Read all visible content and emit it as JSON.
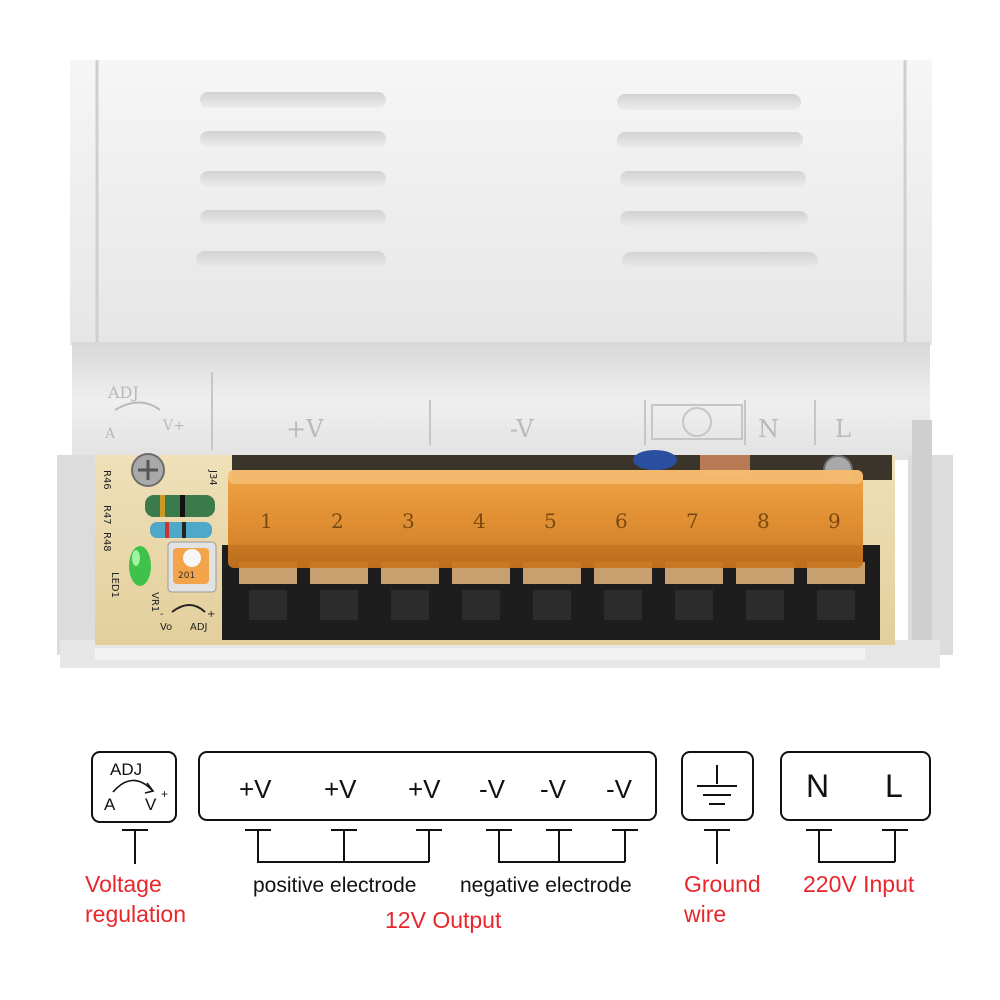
{
  "photo": {
    "case_adj_top": "ADJ",
    "case_adj_left": "A",
    "case_adj_right": "V+",
    "case_plus_v": "+V",
    "case_minus_v": "-V",
    "case_n": "N",
    "case_l": "L",
    "terminal_numbers": [
      "1",
      "2",
      "3",
      "4",
      "5",
      "6",
      "7",
      "8",
      "9"
    ],
    "pcb_labels": {
      "r46": "R46",
      "r47": "R47",
      "r48": "R48",
      "j34": "J34",
      "led1": "LED1",
      "vr1": "VR1",
      "pot_value": "201",
      "vo": "Vo",
      "adj": "ADJ",
      "minus": "-",
      "plus": "+"
    }
  },
  "legend": {
    "adj_box": {
      "top": "ADJ",
      "left": "A",
      "right": "V",
      "sup": "+"
    },
    "output_terminals": [
      "+V",
      "+V",
      "+V",
      "-V",
      "-V",
      "-V"
    ],
    "ground_symbol": "ground-symbol",
    "input_terminals": [
      "N",
      "L"
    ],
    "labels": {
      "voltage_regulation_1": "Voltage",
      "voltage_regulation_2": "regulation",
      "positive": "positive electrode",
      "negative": "negative electrode",
      "output": "12V Output",
      "ground_1": "Ground",
      "ground_2": "wire",
      "input": "220V Input"
    },
    "colors": {
      "label_red": "#e8262b",
      "text_black": "#111111"
    }
  }
}
